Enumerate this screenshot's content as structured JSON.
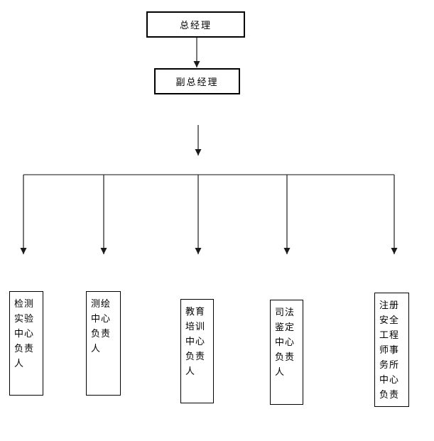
{
  "page": {
    "background": "#ffffff"
  },
  "diagram": {
    "type": "org-chart",
    "nodes": {
      "general_manager": "总经理",
      "deputy_general_manager": "副总经理",
      "centers": [
        "检测\n实验\n中心\n负责\n人",
        "测绘\n中心\n负责\n人",
        "教育\n培训\n中心\n负责\n人",
        "司法\n鉴定\n中心\n负责\n人",
        "注册\n安全\n工程\n师事\n务所\n中心\n负责"
      ]
    },
    "edges": [
      {
        "from": "总经理",
        "to": "副总经理"
      },
      {
        "from": "副总经理",
        "to": "检测实验中心负责人"
      },
      {
        "from": "副总经理",
        "to": "测绘中心负责人"
      },
      {
        "from": "副总经理",
        "to": "教育培训中心负责人"
      },
      {
        "from": "副总经理",
        "to": "司法鉴定中心负责人"
      },
      {
        "from": "副总经理",
        "to": "注册安全工程师事务所中心负责"
      }
    ],
    "colors": {
      "box_border": "#000000",
      "text": "#000000",
      "connector": "#2e2e2e",
      "branch_line": "#5f5f5f"
    }
  }
}
